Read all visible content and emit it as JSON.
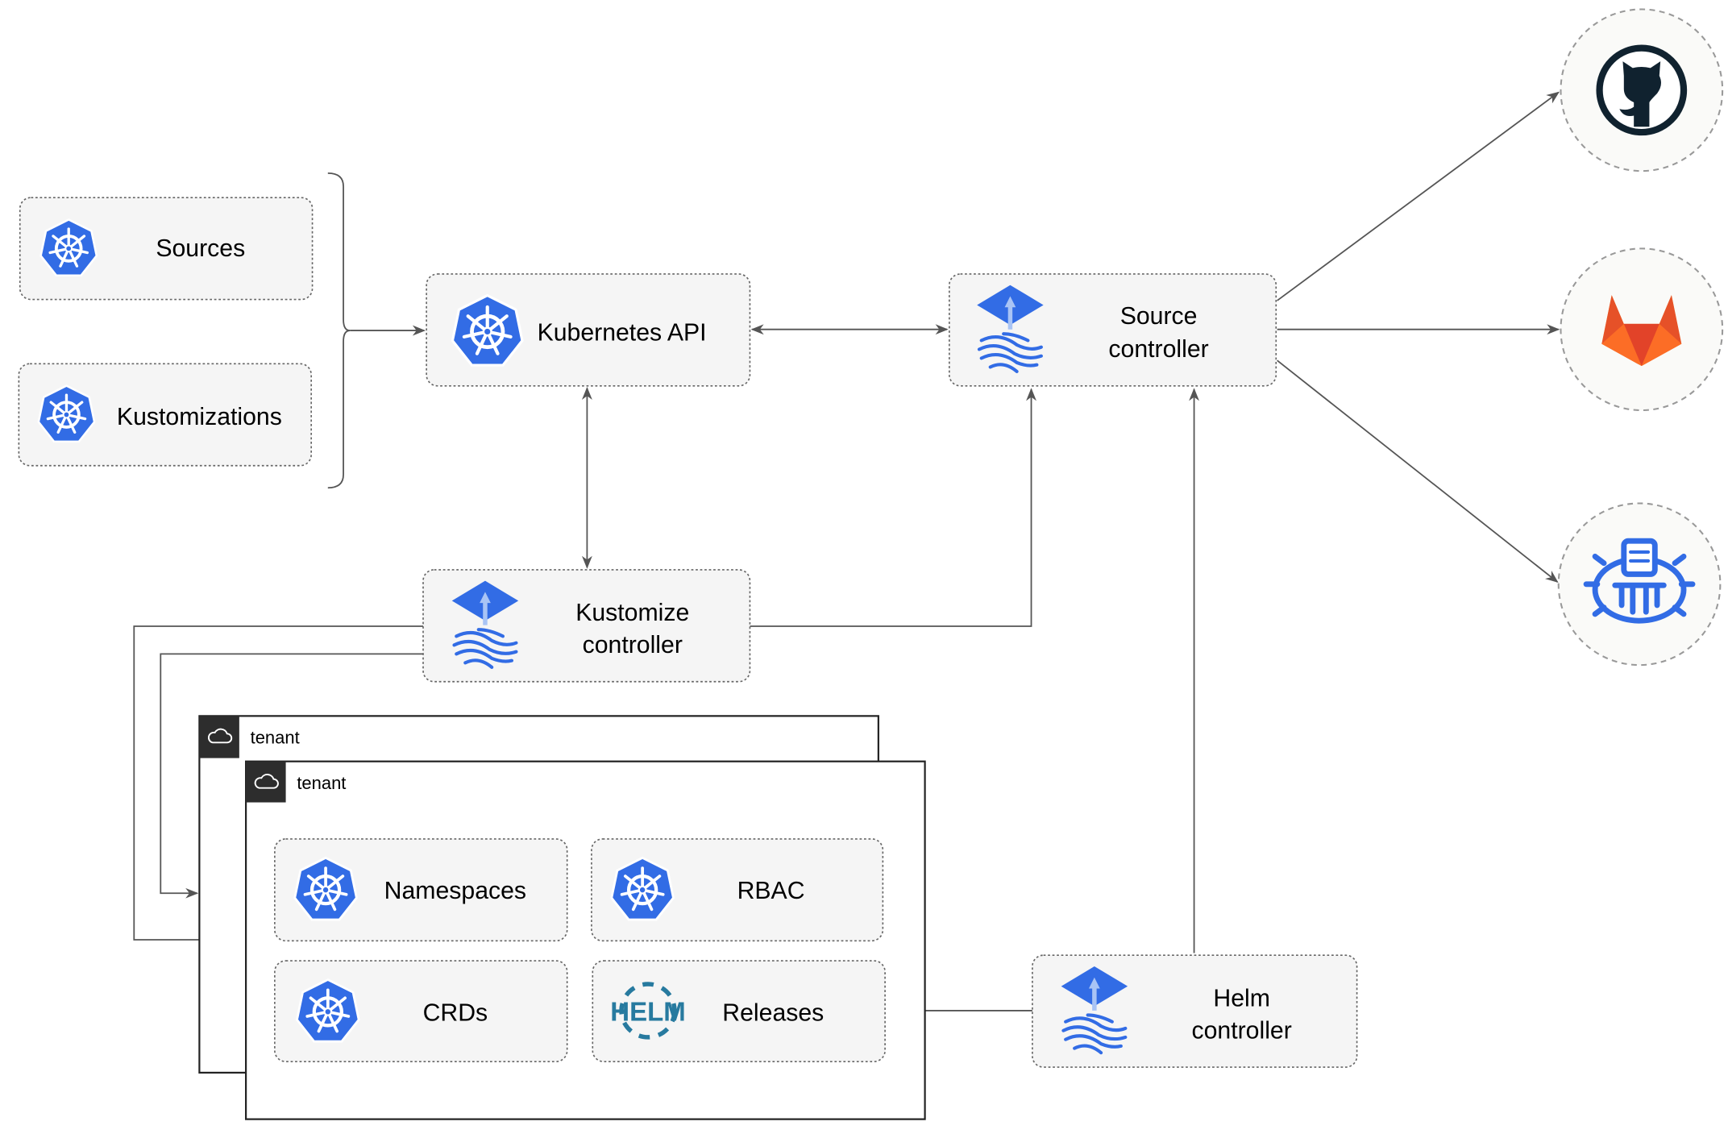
{
  "nodes": {
    "sources": "Sources",
    "kustomizations": "Kustomizations",
    "kubernetes_api": "Kubernetes API",
    "source_controller": [
      "Source",
      "controller"
    ],
    "kustomize_controller": [
      "Kustomize",
      "controller"
    ],
    "helm_controller": [
      "Helm",
      "controller"
    ],
    "namespaces": "Namespaces",
    "rbac": "RBAC",
    "crds": "CRDs",
    "releases": "Releases",
    "helm_logo": "HELM"
  },
  "tenants": [
    {
      "label": "tenant",
      "icon": "cloud-icon"
    },
    {
      "label": "tenant",
      "icon": "cloud-icon"
    }
  ],
  "external_sources": [
    {
      "name": "github",
      "icon": "github-icon"
    },
    {
      "name": "gitlab",
      "icon": "gitlab-icon"
    },
    {
      "name": "bucket",
      "icon": "bucket-icon"
    }
  ],
  "colors": {
    "kubernetes_blue": "#326ce5",
    "box_fill": "#f5f5f5",
    "edge": "#555555",
    "gitlab_orange": "#e24329",
    "gitlab_yellow": "#fca326",
    "github_dark": "#10222f",
    "helm_blue": "#277a9f"
  }
}
